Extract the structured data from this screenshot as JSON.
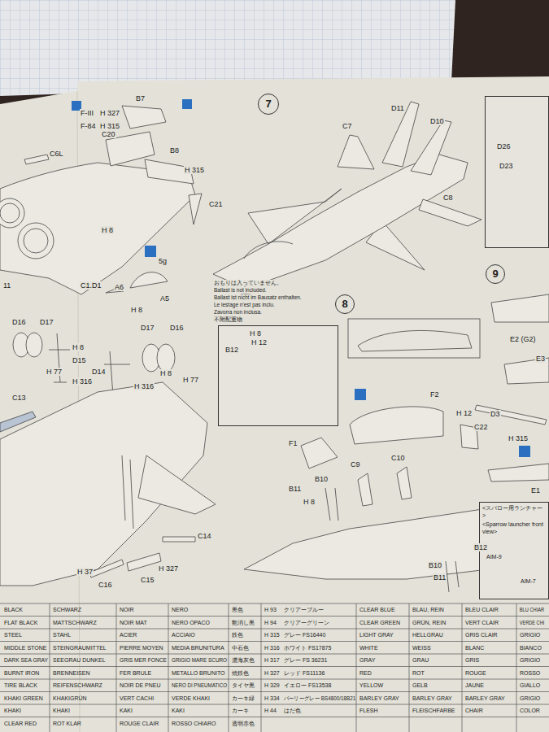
{
  "diagram": {
    "nodes": [
      {
        "text": [
          "7"
        ]
      },
      {
        "text": [
          "D26",
          "D23"
        ]
      },
      {
        "text": [
          "9"
        ]
      },
      {
        "text": [
          "8"
        ]
      },
      {
        "text": [
          "B12",
          "H 8",
          "H 12"
        ]
      },
      {
        "text": [
          "<スパロー用ランチャー>",
          "<Sparrow launcher front view>",
          "AIM-9",
          "AIM-7"
        ]
      }
    ],
    "labels": [
      "F-III",
      "H 327",
      "F-84",
      "H 315",
      "B7",
      "C20",
      "C6L",
      "B8",
      "H 315",
      "C21",
      "H 8",
      "11",
      "C1.D1",
      "5g",
      "A6",
      "A5",
      "H 8",
      "おもりは入っていません。",
      "Ballast is not included.",
      "Ballast ist nicht im Bausatz enthalten.",
      "Le lestage n'est pas inclu.",
      "Zavorra non inclusa.",
      "不附配重物",
      "D16",
      "D17",
      "H 8",
      "D15",
      "H 77",
      "H 316",
      "D17",
      "D16",
      "D14",
      "H 316",
      "H 8",
      "H 77",
      "C13",
      "C14",
      "C16",
      "C15",
      "H 327",
      "H 37",
      "C7",
      "D11",
      "D10",
      "C8",
      "F2",
      "H 12",
      "C22",
      "F1",
      "C9",
      "C10",
      "B10",
      "B11",
      "H 8",
      "B12",
      "B10",
      "B11",
      "E2 (G2)",
      "E3",
      "D3",
      "H 315",
      "E1",
      "BLACK",
      "SCHWARZ",
      "NOIR",
      "NERO",
      "黒色",
      "FLAT BLACK",
      "MATTSCHWARZ",
      "NOIR MAT",
      "NERO OPACO",
      "艶消し黒",
      "STEEL",
      "STAHL",
      "ACIER",
      "ACCIAIO",
      "鉄色",
      "MIDDLE STONE",
      "STEINGRAUMITTEL",
      "PIERRE MOYEN",
      "MEDIA BRUNITURA",
      "中石色",
      "DARK SEA GRAY",
      "SEEGRAU DUNKEL",
      "GRIS MER FONCE",
      "GRIGIO MARE SCURO",
      "濃海灰色",
      "BURNT IRON",
      "BRENNEISEN",
      "FER BRULE",
      "METALLO BRUNITO",
      "焼鉄色",
      "TIRE BLACK",
      "REIFENSCHWARZ",
      "NOIR DE PNEU",
      "NERO DI PNEUMATICO",
      "タイヤ黒",
      "KHAKI GREEN",
      "KHAKIGRÜN",
      "VERT CACHI",
      "VERDE KHAKI",
      "カーキ緑",
      "KHAKI",
      "KHAKI",
      "KAKI",
      "KAKI",
      "カーキ",
      "CLEAR RED",
      "ROT KLAR",
      "ROUGE CLAIR",
      "ROSSO CHIARO",
      "透明赤色",
      "H 93",
      "クリアーブルー",
      "CLEAR BLUE",
      "BLAU, REIN",
      "BLEU CLAIR",
      "BLU CHIAR",
      "H 94",
      "クリアーグリーン",
      "CLEAR GREEN",
      "GRÜN, REIN",
      "VERT CLAIR",
      "VERDE CHI",
      "H 315",
      "グレー FS16440",
      "LIGHT GRAY",
      "HELLGRAU",
      "GRIS CLAIR",
      "GRIGIO",
      "H 316",
      "ホワイト FS17875",
      "WHITE",
      "WEISS",
      "BLANC",
      "BIANCO",
      "H 317",
      "グレー FS 36231",
      "GRAY",
      "GRAU",
      "GRIS",
      "GRIGIO",
      "H 327",
      "レッド FS11136",
      "RED",
      "ROT",
      "ROUGE",
      "ROSSO",
      "H 329",
      "イエロー FS13538",
      "YELLOW",
      "GELB",
      "JAUNE",
      "GIALLO",
      "H 334",
      "バーリーグレー BS4800/18B21",
      "BARLEY GRAY",
      "BARLEY GRAY",
      "BARLEY GRAY",
      "GRIGIO",
      "H 44",
      "はだ色",
      "FLESH",
      "FLEISCHFARBE",
      "CHAIR",
      "COLOR"
    ]
  }
}
